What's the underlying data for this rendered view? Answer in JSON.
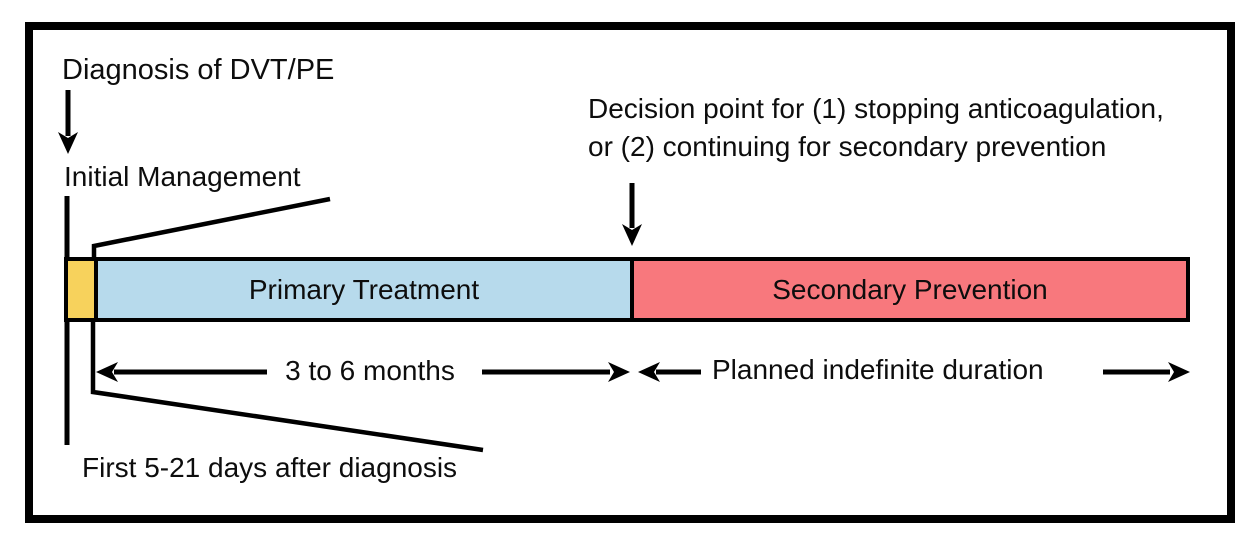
{
  "labels": {
    "diagnosis": "Diagnosis of DVT/PE",
    "initial_management": "Initial Management",
    "decision_line1": "Decision point for (1) stopping anticoagulation,",
    "decision_line2": "or (2) continuing for secondary prevention",
    "duration_primary": "3 to 6 months",
    "duration_secondary": "Planned indefinite duration",
    "first_days": "First 5-21 days after diagnosis"
  },
  "timeline": {
    "segments": [
      {
        "name": "initial-management",
        "label": "",
        "color": "#F7D25C"
      },
      {
        "name": "primary-treatment",
        "label": "Primary Treatment",
        "color": "#B7DAEC"
      },
      {
        "name": "secondary-prevention",
        "label": "Secondary Prevention",
        "color": "#F8787D"
      }
    ],
    "border_color": "#000000"
  },
  "colors": {
    "frame": "#000000",
    "background": "#FFFFFF",
    "text": "#0D0D0D"
  }
}
